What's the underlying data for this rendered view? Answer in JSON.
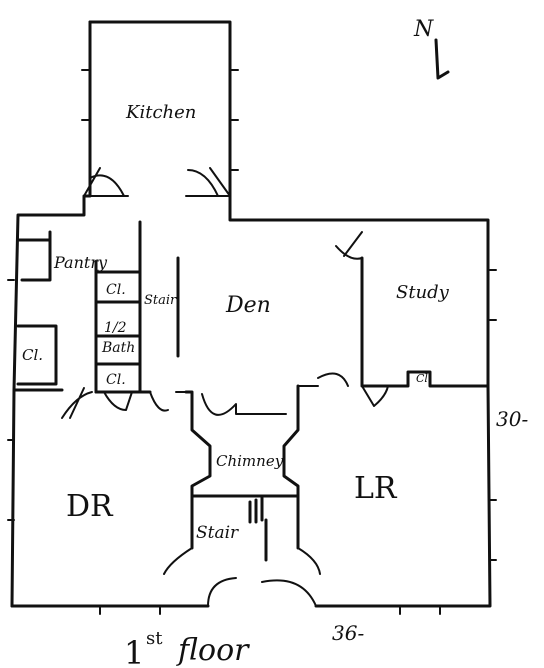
{
  "compass": {
    "label": "N"
  },
  "rooms": {
    "kitchen": "Kitchen",
    "pantry": "Pantry",
    "closet_pantry": "Cl.",
    "half_bath": "1/2 Bath",
    "closet_bath": "Cl.",
    "stair_upper": "Stair",
    "den": "Den",
    "study": "Study",
    "closet_study": "Cl.",
    "closet_west": "Cl.",
    "chimney": "Chimney",
    "dr": "DR",
    "lr": "LR",
    "stair_lower": "Stair"
  },
  "dimensions": {
    "depth": "30-",
    "width": "36-"
  },
  "caption": {
    "floor_number": "1",
    "floor_suffix": "st",
    "floor_word": "floor"
  }
}
